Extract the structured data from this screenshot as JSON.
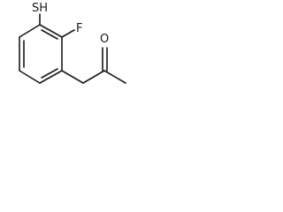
{
  "molecule": {
    "atoms": {
      "thiol": "SH",
      "fluorine": "F",
      "oxygen": "O"
    }
  }
}
